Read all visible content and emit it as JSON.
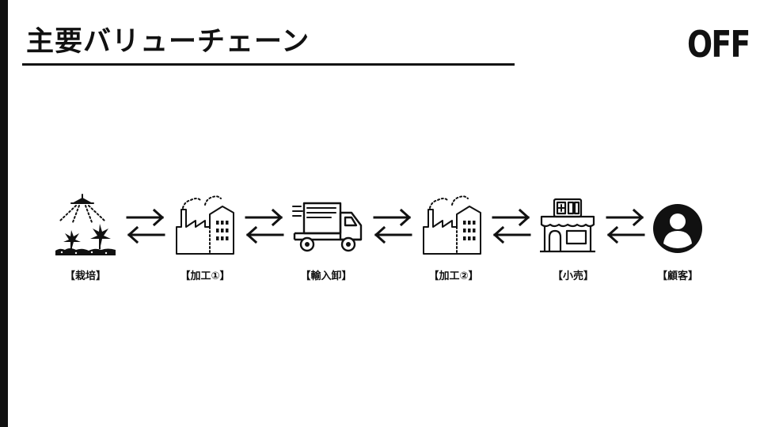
{
  "slide": {
    "title": "主要バリューチェーン",
    "logo_text": "OFF"
  },
  "value_chain": {
    "steps": [
      {
        "label": "【栽培】",
        "icon": "cultivation-icon"
      },
      {
        "label": "【加工①】",
        "icon": "factory-icon"
      },
      {
        "label": "【輸入卸】",
        "icon": "delivery-truck-icon"
      },
      {
        "label": "【加工②】",
        "icon": "factory-icon"
      },
      {
        "label": "【小売】",
        "icon": "pharmacy-store-icon"
      },
      {
        "label": "【顧客】",
        "icon": "user-avatar-icon"
      }
    ],
    "connector_icon": "bidirectional-arrows-icon"
  },
  "colors": {
    "ink": "#111111",
    "background": "#ffffff"
  }
}
